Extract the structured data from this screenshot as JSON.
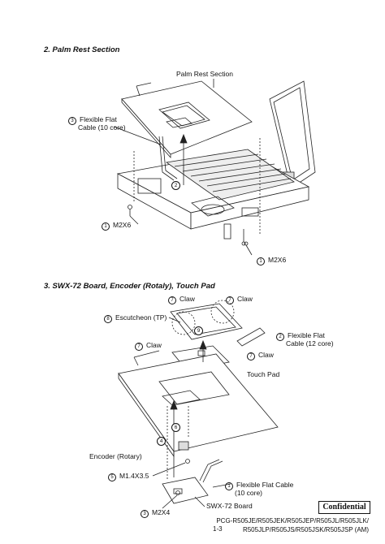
{
  "section2": {
    "heading": "2. Palm Rest Section",
    "callout_title": "Palm Rest Section",
    "item3_num": "3",
    "item3_line1": "Flexible Flat",
    "item3_line2": "Cable (10 core)",
    "inner_num": "2",
    "screw1_num": "1",
    "screw1_label": "M2X6",
    "screw2_num": "1",
    "screw2_label": "M2X6"
  },
  "section3": {
    "heading": "3. SWX-72 Board, Encoder (Rotaly), Touch Pad",
    "claw_left_num": "7",
    "claw_left_label": "Claw",
    "claw_right_num": "7",
    "claw_right_label": "Claw",
    "escutcheon_num": "8",
    "escutcheon_label": "Escutcheon (TP)",
    "claw_mid_num": "7",
    "claw_mid_label": "Claw",
    "claw_side_num": "7",
    "claw_side_label": "Claw",
    "inner9_num": "9",
    "ffc12_num": "2",
    "ffc12_line1": "Flexible  Flat",
    "ffc12_line2": "Cable (12 core)",
    "touchpad_label": "Touch Pad",
    "inner6_num": "6",
    "inner4_num": "4",
    "encoder_label": "Encoder (Rotary)",
    "screw5_num": "5",
    "screw5_label": "M1.4X3.5",
    "ffc10_num": "1",
    "ffc10_line1": "Flexible Flat Cable",
    "ffc10_line2": "(10 core)",
    "board_label": "SWX-72 Board",
    "screw3_num": "3",
    "screw3_label": "M2X4"
  },
  "footer": {
    "confidential": "Confidential",
    "model_line1": "PCG-R505JE/R505JEK/R505JEP/R505JL/R505JLK/",
    "model_line2": "R505JLP/R505JS/R505JSK/R505JSP (AM)",
    "page_number": "1-3"
  }
}
